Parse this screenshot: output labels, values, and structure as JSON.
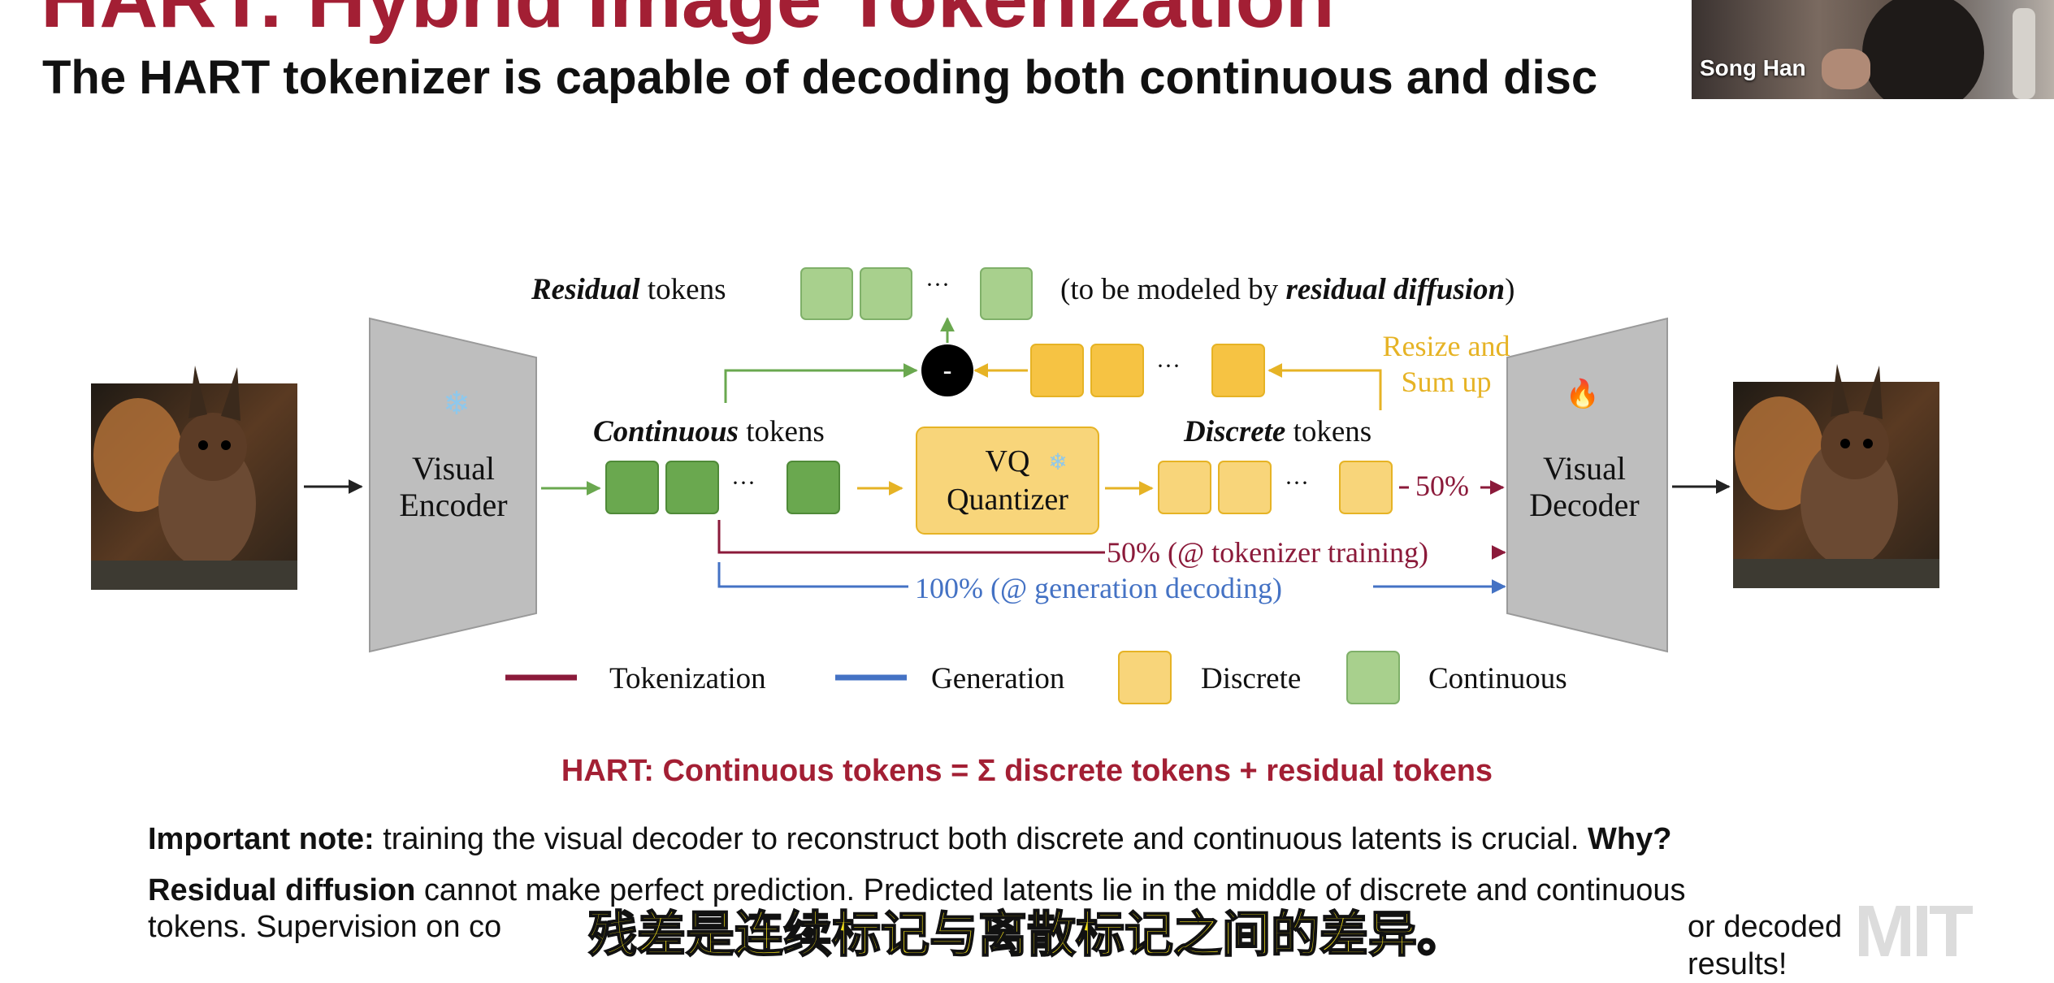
{
  "slide": {
    "title": "HART: Hybrid Image Tokenization",
    "subtitle": "The HART tokenizer is capable of decoding both continuous and disc"
  },
  "webcam": {
    "name": "Song Han"
  },
  "diagram": {
    "residual_label_em": "Residual",
    "residual_label_rest": " tokens",
    "residual_note_pre": "(to be modeled by ",
    "residual_note_em": "residual diffusion",
    "residual_note_post": ")",
    "resize_line1": "Resize and",
    "resize_line2": "Sum up",
    "encoder_line1": "Visual",
    "encoder_line2": "Encoder",
    "decoder_line1": "Visual",
    "decoder_line2": "Decoder",
    "continuous_em": "Continuous",
    "continuous_rest": " tokens",
    "discrete_em": "Discrete",
    "discrete_rest": " tokens",
    "vq_line1": "VQ",
    "vq_line2": "Quantizer",
    "ellipsis": "···",
    "subtract_symbol": "-",
    "pct_discrete": "50%",
    "pct_training": "50% (@ tokenizer training)",
    "pct_generation": "100% (@ generation decoding)",
    "legend": [
      {
        "label": "Tokenization",
        "kind": "line",
        "color": "#8b1a3a"
      },
      {
        "label": "Generation",
        "kind": "line",
        "color": "#4472c4"
      },
      {
        "label": "Discrete",
        "kind": "box",
        "color": "#f8d57a"
      },
      {
        "label": "Continuous",
        "kind": "box",
        "color": "#a8d08d"
      }
    ],
    "icons": {
      "encoder": "snowflake-icon",
      "vq": "snowflake-icon",
      "decoder": "flame-icon",
      "input_image": "squirrel-image",
      "output_image": "squirrel-image"
    }
  },
  "colors": {
    "title": "#a31f34",
    "continuous_token": "#6aa84f",
    "continuous_light": "#a8d08d",
    "discrete_token": "#f6c343",
    "discrete_light": "#f8d57a",
    "tokenization": "#8b1a3a",
    "generation": "#4472c4",
    "resize_text": "#e6b325"
  },
  "formula": "HART: Continuous tokens = Σ discrete tokens + residual tokens",
  "notes": {
    "line1_bold": "Important note:",
    "line1_text": " training the visual decoder to reconstruct both discrete and continuous latents is crucial. ",
    "line1_bold2": "Why?",
    "line2_bold": "Residual diffusion",
    "line2_text": " cannot make perfect prediction. Predicted latents lie in the middle of discrete and continuous",
    "line3_text": "tokens. Supervision on co",
    "line3_tail": "or decoded results!"
  },
  "caption_cn": "残差是连续标记与离散标记之间的差异。",
  "logo": "MIT"
}
